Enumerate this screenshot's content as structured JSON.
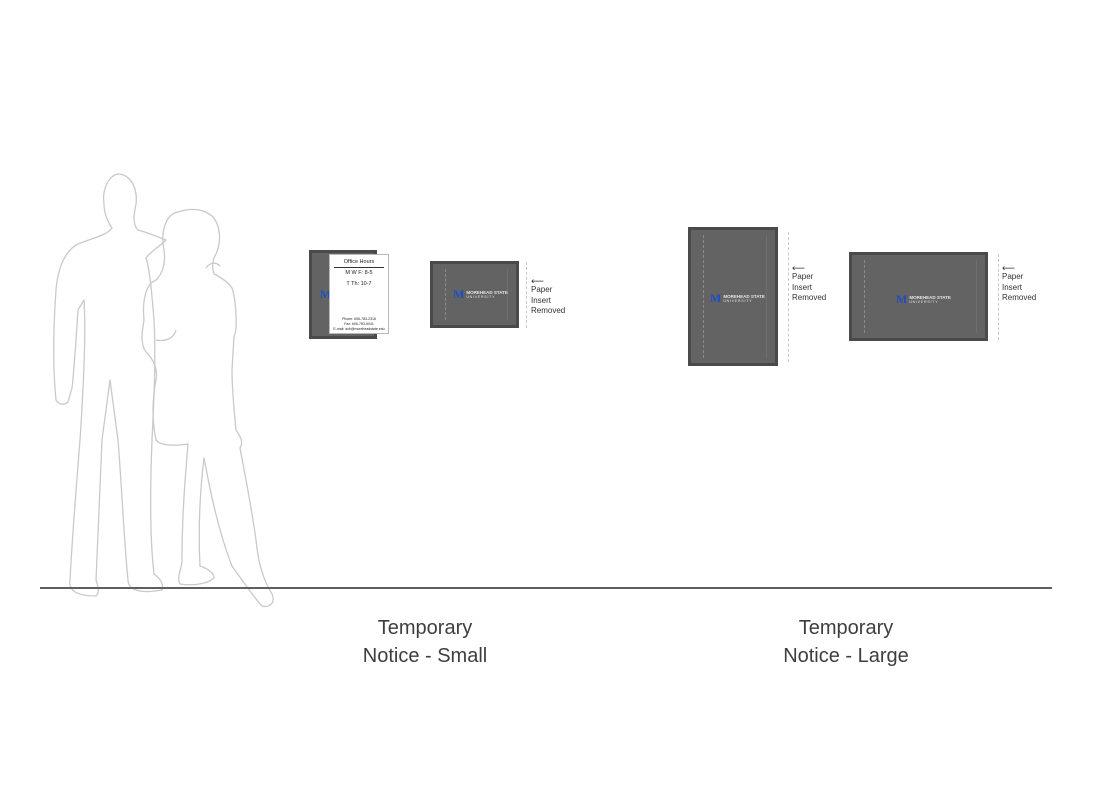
{
  "captions": {
    "small": [
      "Temporary",
      "Notice - Small"
    ],
    "large": [
      "Temporary",
      "Notice - Large"
    ]
  },
  "paper_insert": {
    "heading": "Office Hours",
    "line1": "M W F: 8-5",
    "line2": "T Th: 10-7",
    "phone": "Phone: 606-783-2316",
    "fax": "Fax: 606-783-5041",
    "email": "E-mail: acb@moreheadstate.edu"
  },
  "logo": {
    "mark": "M",
    "name": "MOREHEAD STATE",
    "sub": "UNIVERSITY"
  },
  "removed_note": {
    "arrow": "⟵",
    "lines": [
      "Paper",
      "Insert",
      "Removed"
    ]
  },
  "colors": {
    "sign_face": "#636363",
    "sign_frame": "#4a4a4a",
    "logo_blue": "#1f4fbf",
    "floor_line": "#5f5f5f"
  }
}
